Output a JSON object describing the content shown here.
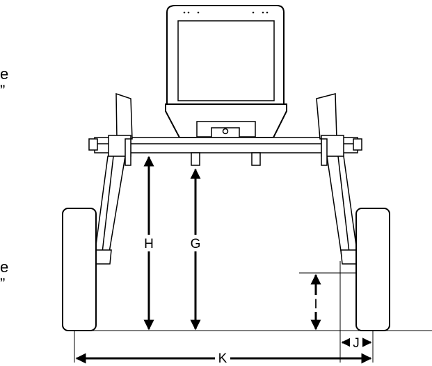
{
  "fragments": {
    "top": {
      "line1": "e",
      "line2": "”"
    },
    "bottom": {
      "line1": "e",
      "line2": "”"
    }
  },
  "dimension_labels": {
    "h": "H",
    "g": "G",
    "i": "I",
    "j": "J",
    "k": "K"
  },
  "colors": {
    "line": "#000000",
    "background": "#ffffff"
  }
}
